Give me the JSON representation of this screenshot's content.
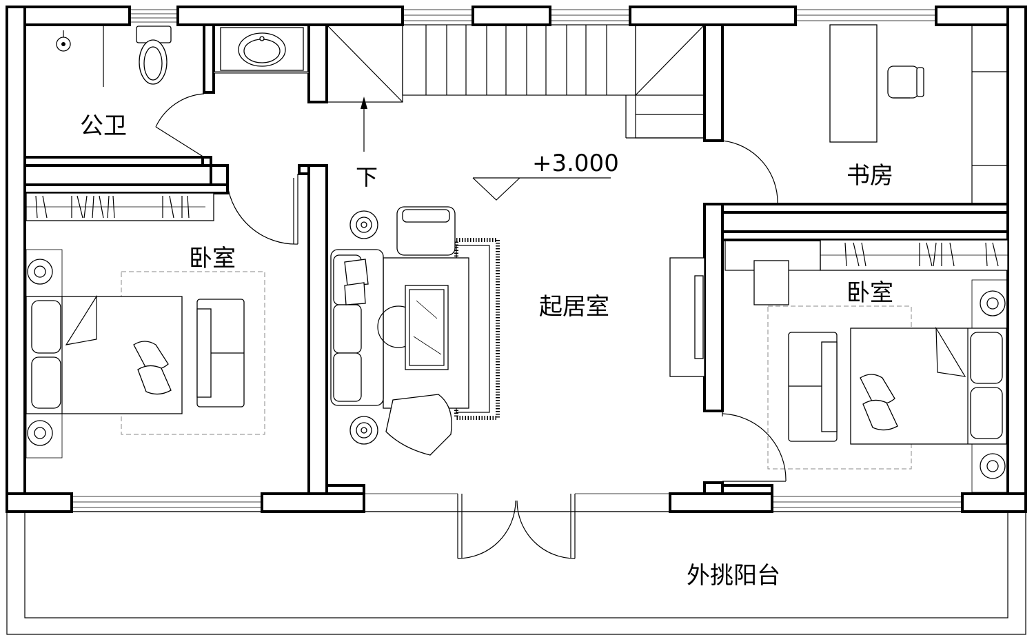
{
  "rooms": {
    "public_bath": "公卫",
    "bedroom_left": "卧室",
    "living_room": "起居室",
    "study": "书房",
    "bedroom_right": "卧室",
    "balcony": "外挑阳台"
  },
  "stair": {
    "direction_label": "下"
  },
  "elevation": {
    "value": "+3.000"
  },
  "icons": [
    "floor-drain-icon",
    "toilet-icon",
    "sink-icon",
    "wardrobe-icon",
    "double-bed-icon",
    "sofa-icon",
    "armchair-icon",
    "coffee-table-icon",
    "lamp-icon",
    "rug-icon",
    "tv-cabinet-icon",
    "desk-icon",
    "office-chair-icon",
    "door-swing-icon",
    "stair-arrow-icon",
    "elevation-marker-icon"
  ]
}
